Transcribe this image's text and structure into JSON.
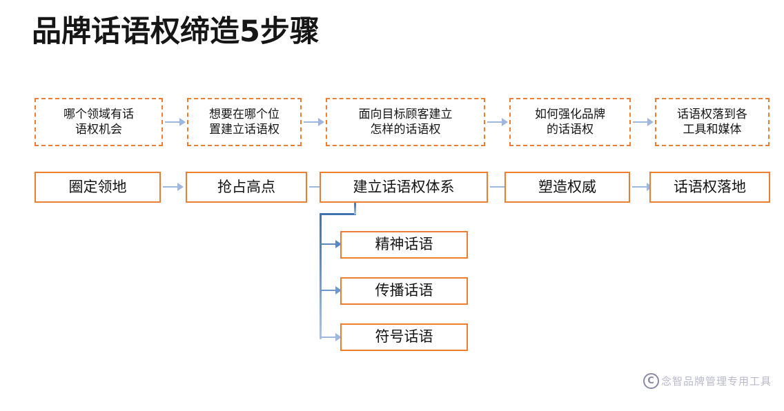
{
  "title": "品牌话语权缔造5步骤",
  "colors": {
    "box_border_orange": "#ED7D31",
    "arrow_blue": "#9DB7E0",
    "branch_blue": "#3E72B0",
    "title_black": "#161616",
    "watermark_gray": "#B9B9CE"
  },
  "question_row": {
    "items": [
      {
        "label": "哪个领域有话\n语权机会"
      },
      {
        "label": "想要在哪个位\n置建立话语权"
      },
      {
        "label": "面向目标顾客建立\n怎样的话语权"
      },
      {
        "label": "如何强化品牌\n的话语权"
      },
      {
        "label": "话语权落到各\n工具和媒体"
      }
    ]
  },
  "step_row": {
    "items": [
      {
        "label": "圈定领地"
      },
      {
        "label": "抢占高点"
      },
      {
        "label": "建立话语权体系"
      },
      {
        "label": "塑造权威"
      },
      {
        "label": "话语权落地"
      }
    ]
  },
  "sub_items": [
    {
      "label": "精神话语"
    },
    {
      "label": "传播话语"
    },
    {
      "label": "符号话语"
    }
  ],
  "footer": {
    "copyright_symbol": "C",
    "text": "念智品牌管理专用工具"
  }
}
